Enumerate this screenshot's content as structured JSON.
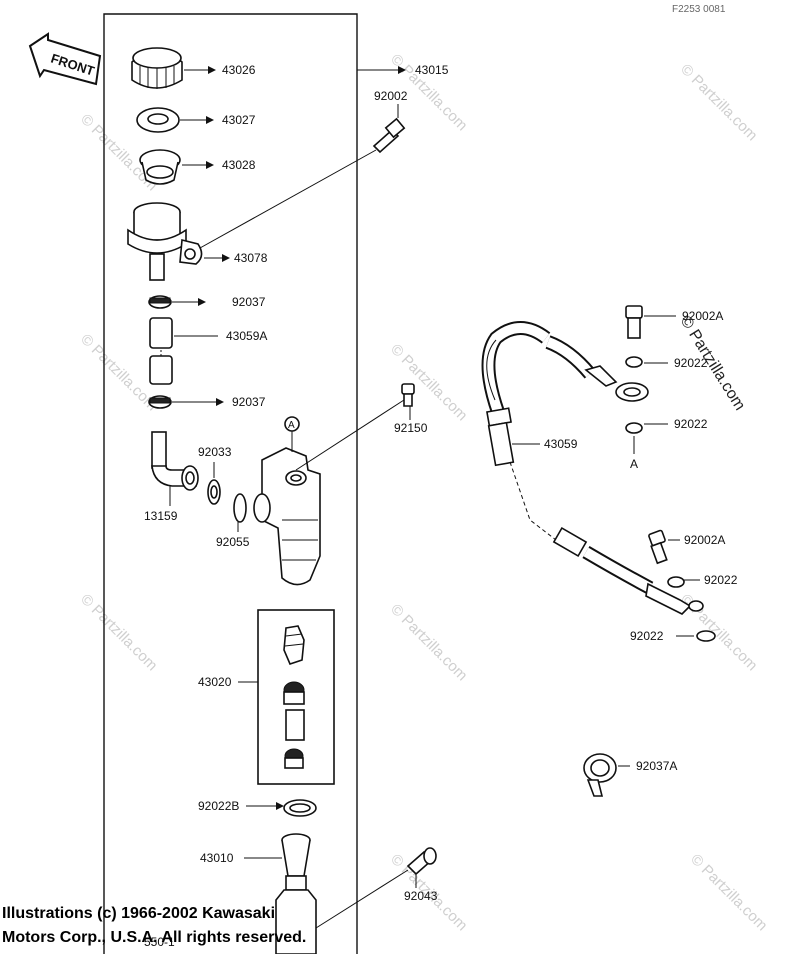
{
  "diagram": {
    "ref_code": "F2253 0081",
    "front_label": "FRONT",
    "watermark": "© Partzilla.com",
    "watermark_large": "© Partzilla.com",
    "copyright_line1": "Illustrations (c) 1966-2002 Kawasaki",
    "copyright_line2": "Motors Corp., U.S.A.  All rights reserved.",
    "callouts": {
      "c43015": "43015",
      "c43026": "43026",
      "c43027": "43027",
      "c43028": "43028",
      "c92002": "92002",
      "c43078": "43078",
      "c92037a": "92037",
      "c43059A": "43059A",
      "c92037b": "92037",
      "c92150": "92150",
      "cA1": "A",
      "c92033": "92033",
      "c13159": "13159",
      "c92055": "92055",
      "c43020": "43020",
      "c92022B": "92022B",
      "c43010": "43010",
      "c92043": "92043",
      "c550": "550-1",
      "c92002A1": "92002A",
      "c92022a": "92022",
      "c92022b": "92022",
      "cA2": "A",
      "c43059": "43059",
      "c92002A2": "92002A",
      "c92022c": "92022",
      "c92022d": "92022",
      "c92037A": "92037A"
    }
  }
}
